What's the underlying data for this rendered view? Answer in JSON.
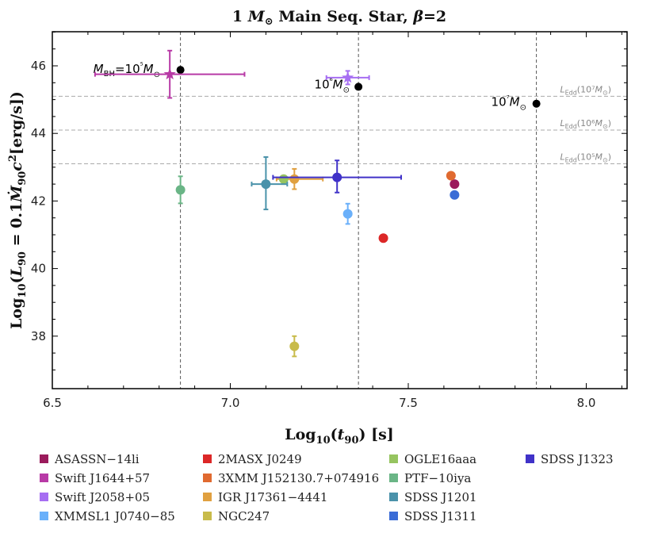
{
  "chart_data": {
    "type": "scatter",
    "title": "1 M⊙ Main Seq. Star, β=2",
    "xlabel": "Log10(t90) [s]",
    "ylabel": "Log10(L90 = 0.1 Ṁ90 c² [erg/s])",
    "xlim": [
      6.5,
      8.12
    ],
    "ylim": [
      36.6,
      47.0
    ],
    "x_ticks": [
      "6.5",
      "7.0",
      "7.5",
      "8.0"
    ],
    "y_ticks": [
      "38",
      "40",
      "42",
      "44",
      "46"
    ],
    "grid": false,
    "legend_position": "bottom",
    "vertical_lines": [
      6.86,
      7.36,
      7.86
    ],
    "eddington_lines": [
      {
        "y": 45.1,
        "label": "LEdd(10⁷M⊙)"
      },
      {
        "y": 44.1,
        "label": "LEdd(10⁶M⊙)"
      },
      {
        "y": 43.1,
        "label": "LEdd(10⁵M⊙)"
      }
    ],
    "bh_points": [
      {
        "x": 6.86,
        "y": 45.88,
        "label": "MBH=10⁵M⊙"
      },
      {
        "x": 7.36,
        "y": 45.38,
        "label": "10⁶M⊙"
      },
      {
        "x": 7.86,
        "y": 44.88,
        "label": "10⁷M⊙"
      }
    ],
    "series": [
      {
        "name": "ASASSN−14li",
        "color": "#9b1b5c",
        "marker": "circle",
        "x": 7.63,
        "y": 42.5
      },
      {
        "name": "Swift J1644+57",
        "color": "#b83aa6",
        "marker": "star",
        "x": 6.83,
        "y": 45.75,
        "xerr": [
          0.21,
          0.21
        ],
        "yerr": [
          0.7,
          0.7
        ]
      },
      {
        "name": "Swift J2058+05",
        "color": "#a66ef2",
        "marker": "star",
        "x": 7.33,
        "y": 45.65,
        "xerr": [
          0.06,
          0.06
        ],
        "yerr": [
          0.2,
          0.2
        ]
      },
      {
        "name": "XMMSL1 J0740−85",
        "color": "#6ab0fa",
        "marker": "circle",
        "x": 7.33,
        "y": 41.62,
        "yerr": [
          0.3,
          0.3
        ]
      },
      {
        "name": "2MASX J0249",
        "color": "#dc2727",
        "marker": "circle",
        "x": 7.43,
        "y": 40.9
      },
      {
        "name": "3XMM J152130.7+074916",
        "color": "#e06a30",
        "marker": "circle",
        "x": 7.62,
        "y": 42.75
      },
      {
        "name": "IGR J17361−4441",
        "color": "#e0a040",
        "marker": "circle",
        "x": 7.18,
        "y": 42.65,
        "xerr": [
          0.05,
          0.08
        ],
        "yerr": [
          0.3,
          0.3
        ]
      },
      {
        "name": "NGC247",
        "color": "#c8bb4a",
        "marker": "circle",
        "x": 7.18,
        "y": 37.7,
        "yerr": [
          0.3,
          0.3
        ]
      },
      {
        "name": "OGLE16aaa",
        "color": "#96c460",
        "marker": "circle",
        "x": 7.15,
        "y": 42.65,
        "yerr": [
          0.15,
          0.1
        ]
      },
      {
        "name": "PTF−10iya",
        "color": "#6ab586",
        "marker": "circle",
        "x": 6.86,
        "y": 42.33,
        "yerr": [
          0.4,
          0.4
        ]
      },
      {
        "name": "SDSS J1201",
        "color": "#4a92aa",
        "marker": "circle",
        "x": 7.1,
        "y": 42.5,
        "xerr": [
          0.04,
          0.06
        ],
        "yerr": [
          0.75,
          0.8
        ]
      },
      {
        "name": "SDSS J1311",
        "color": "#3a6cd6",
        "marker": "circle",
        "x": 7.63,
        "y": 42.18
      },
      {
        "name": "SDSS J1323",
        "color": "#4032c8",
        "marker": "circle",
        "x": 7.3,
        "y": 42.7,
        "xerr": [
          0.18,
          0.18
        ],
        "yerr": [
          0.45,
          0.5
        ]
      }
    ]
  }
}
